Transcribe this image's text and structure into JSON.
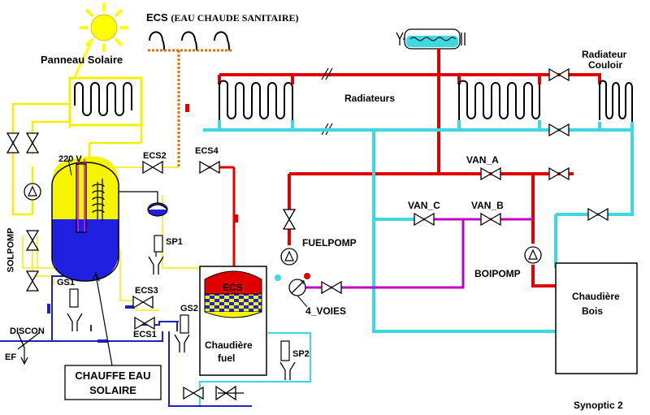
{
  "title": "Synoptic 2",
  "ecs_header": {
    "abbr": "ECS",
    "full": "(EAU CHAUDE SANITAIRE)"
  },
  "labels": {
    "panneau_solaire": "Panneau Solaire",
    "radiateurs": "Radiateurs",
    "radiateur_couloir_1": "Radiateur",
    "radiateur_couloir_2": "Couloir",
    "voltage": "220 V",
    "ecs2": "ECS2",
    "ecs4": "ECS4",
    "ecs3": "ECS3",
    "ecs1": "ECS1",
    "sp1": "SP1",
    "sp2": "SP2",
    "solpomp": "SOLPOMP",
    "gs1": "GS1",
    "gs2": "GS2",
    "discon": "DISCON",
    "ef": "EF",
    "chauffe_eau_solaire_1": "CHAUFFE EAU",
    "chauffe_eau_solaire_2": "SOLAIRE",
    "ecs_tank": "ECS",
    "chaudiere_fuel_1": "Chaudière",
    "chaudiere_fuel_2": "fuel",
    "fuelpomp": "FUELPOMP",
    "quatre_voies": "4_VOIES",
    "van_a": "VAN_A",
    "van_b": "VAN_B",
    "van_c": "VAN_C",
    "boipomp": "BOIPOMP",
    "chaudiere_bois_1": "Chaudière",
    "chaudiere_bois_2": "Bois"
  },
  "colors": {
    "hot": "#e00000",
    "cold": "#40d8e0",
    "solar": "#f0f000",
    "ecs_line": "#e07000",
    "return_blue": "#2020c0",
    "mix": "#c000c0",
    "tank_yellow": "#f5f500",
    "tank_blue": "#2020e0",
    "sun": "#ffff00"
  }
}
